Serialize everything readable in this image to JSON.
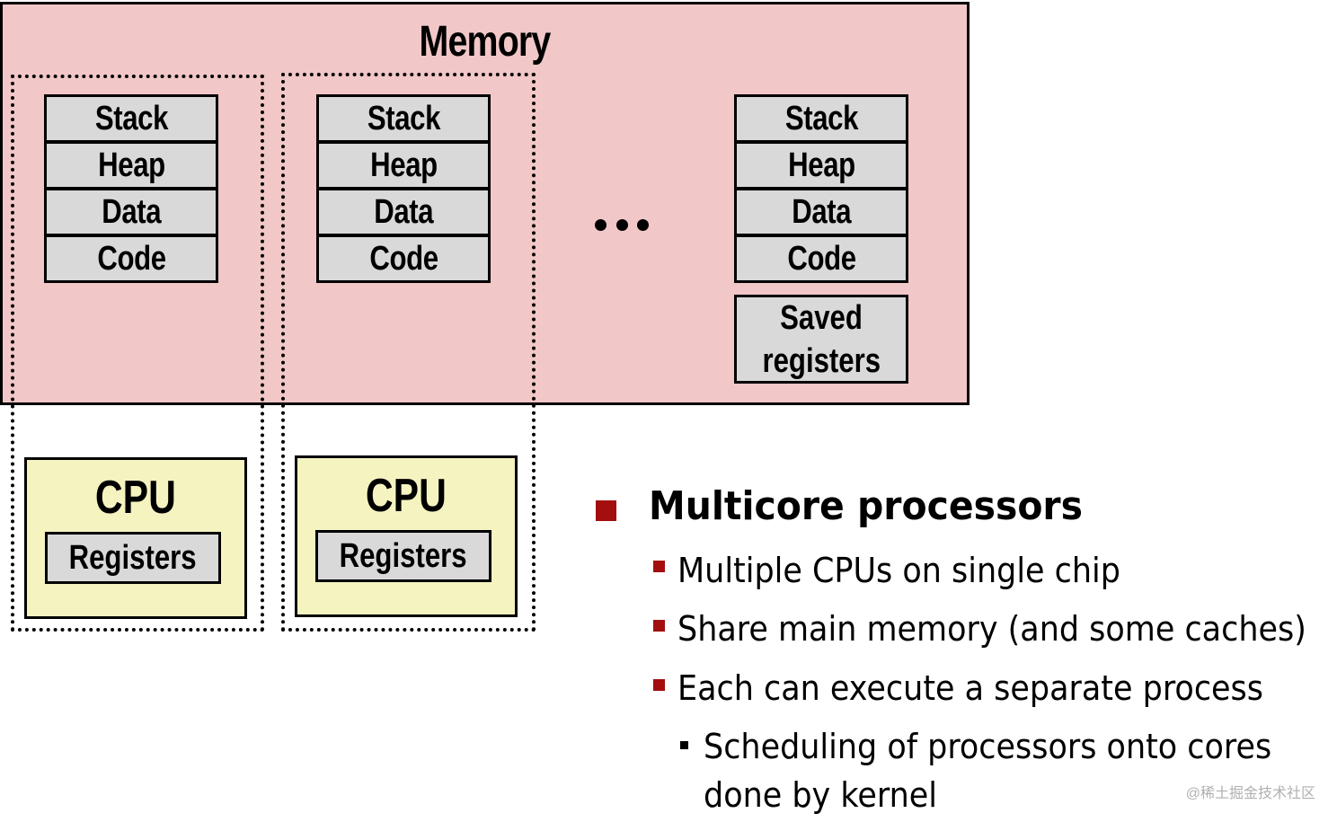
{
  "memory": {
    "title": "Memory",
    "ellipsis": "..."
  },
  "address_spaces": [
    {
      "segments": [
        "Stack",
        "Heap",
        "Data",
        "Code"
      ]
    },
    {
      "segments": [
        "Stack",
        "Heap",
        "Data",
        "Code"
      ]
    },
    {
      "segments": [
        "Stack",
        "Heap",
        "Data",
        "Code"
      ],
      "saved_registers": [
        "Saved",
        "registers"
      ]
    }
  ],
  "cpus": [
    {
      "title": "CPU",
      "registers": "Registers"
    },
    {
      "title": "CPU",
      "registers": "Registers"
    }
  ],
  "bullets": {
    "main": "Multicore processors",
    "sub": [
      "Multiple CPUs on single chip",
      "Share main memory (and some caches)",
      "Each can execute a separate process"
    ],
    "subsub": [
      "Scheduling of processors onto cores",
      "done by kernel"
    ]
  },
  "watermark": "@稀土掘金技术社区",
  "colors": {
    "memory_fill": "#f1c7c7",
    "segment_fill": "#d9d9d9",
    "cpu_fill": "#f5f3c0",
    "bullet_marker": "#a30f0f"
  }
}
